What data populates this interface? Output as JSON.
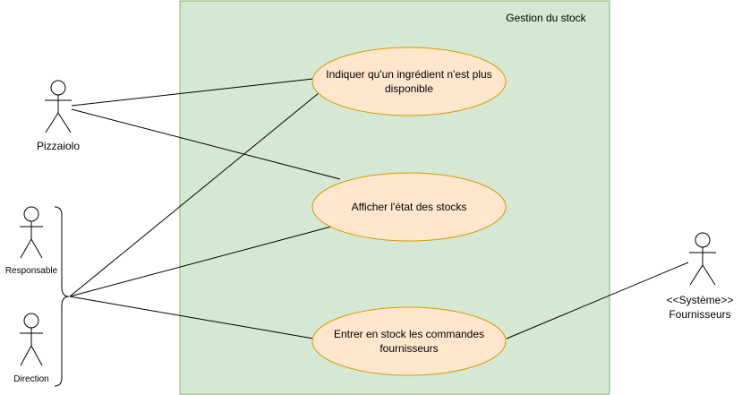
{
  "system": {
    "title": "Gestion du stock",
    "fill": "#d5e8d4",
    "stroke": "#82b366"
  },
  "actors": {
    "pizzaiolo": {
      "label": "Pizzaiolo"
    },
    "responsable": {
      "label": "Responsable"
    },
    "direction": {
      "label": "Direction"
    },
    "fournisseurs": {
      "stereotype": "<<Système>>",
      "label": "Fournisseurs"
    }
  },
  "use_cases": {
    "indiquer": {
      "label": "Indiquer qu'un ingrédient n'est plus disponible"
    },
    "afficher": {
      "label": "Afficher l'état des stocks"
    },
    "entrer": {
      "label": "Entrer en stock les commandes fournisseurs"
    }
  },
  "colors": {
    "use_case_fill": "#ffe6cc",
    "use_case_stroke": "#d79b00",
    "line": "#000000"
  }
}
